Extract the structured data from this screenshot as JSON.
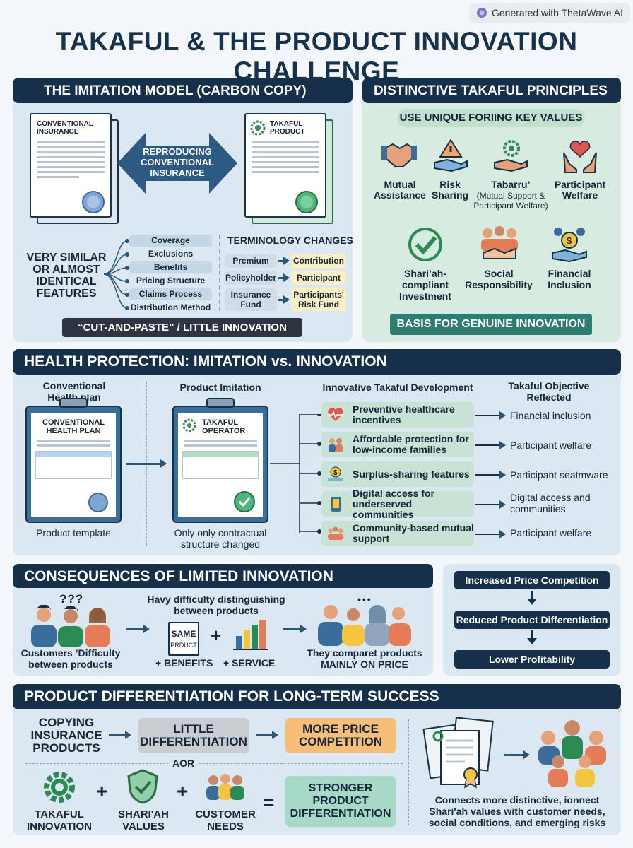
{
  "badge": "Generated with ThetaWave AI",
  "title": "TAKAFUL & THE PRODUCT INNOVATION CHALLENGE",
  "imitation": {
    "header": "THE IMITATION MODEL (CARBON COPY)",
    "doc_left": "CONVENTIONAL INSURANCE",
    "doc_right": "TAKAFUL PRODUCT",
    "arrow_text": "REPRODUCING CONVENTIONAL INSURANCE",
    "similar": "VERY SIMILAR OR ALMOST IDENTICAL FEATURES",
    "features": [
      "Coverage",
      "Exclusions",
      "Benefits",
      "Pricing Structure",
      "Claims Process",
      "Distribution Method"
    ],
    "term_header": "TERMINOLOGY CHANGES",
    "terms": [
      {
        "from": "Premium",
        "to": "Contribution"
      },
      {
        "from": "Policyholder",
        "to": "Participant"
      },
      {
        "from": "Insurance Fund",
        "to": "Participants' Risk Fund"
      }
    ],
    "footer": "“CUT-AND-PASTE” / LITTLE INNOVATION"
  },
  "principles": {
    "header": "DISTINCTIVE TAKAFUL PRINCIPLES",
    "sub": "USE UNIQUE FORIING KEY VALUES",
    "row1": [
      {
        "label": "Mutual Assistance",
        "icon": "handshake-icon"
      },
      {
        "label": "Risk Sharing",
        "icon": "warning-hand-icon"
      },
      {
        "label": "Tabarru’",
        "note": "(Mutual Support & Participant Welfare)",
        "icon": "gear-hand-icon"
      },
      {
        "label": "Participant Welfare",
        "icon": "heart-hands-icon"
      }
    ],
    "row2": [
      {
        "label": "Shari’ah-compliant Investment",
        "icon": "check-circle-icon"
      },
      {
        "label": "Social Responsibility",
        "icon": "community-icon"
      },
      {
        "label": "Financial Inclusion",
        "icon": "coin-hand-icon"
      }
    ],
    "footer": "BASIS FOR GENUINE INNOVATION"
  },
  "health": {
    "header": "HEALTH PROTECTION: IMITATION vs. INNOVATION",
    "col1_title": "Conventional Health plan",
    "col1_doc": "CONVENTIONAL HEALTH PLAN",
    "col1_caption": "Product template",
    "col2_title": "Product Imitation",
    "col2_doc": "TAKAFUL OPERATOR",
    "col2_caption": "Only only contractual structure changed",
    "col3_title": "Innovative Takaful Development",
    "col4_title": "Takaful Objective Reflected",
    "rows": [
      {
        "innov": "Preventive healthcare incentives",
        "obj": "Financial inclusion",
        "icon": "heartbeat-icon"
      },
      {
        "innov": "Affordable protection for low-income families",
        "obj": "Participant welfare",
        "icon": "family-icon"
      },
      {
        "innov": "Surplus-sharing features",
        "obj": "Participant seatmware",
        "icon": "coin-hand-icon"
      },
      {
        "innov": "Digital access for underserved communities",
        "obj": "Digital access and communities",
        "icon": "phone-icon"
      },
      {
        "innov": "Community-based mutual support",
        "obj": "Participant welfare",
        "icon": "group-icon"
      }
    ]
  },
  "consequences": {
    "header": "CONSEQUENCES OF LIMITED INNOVATION",
    "q": "???",
    "dots": "•••",
    "customers": "Customers ’Difficulty between products",
    "mid_title": "Havy difficulty distinguishing between products",
    "same": "SAME",
    "product": "PRDUCT",
    "benefits": "+ BENEFITS",
    "service": "+ SERVICE",
    "plus": "+",
    "result": "They comparet products MAINLY ON PRICE",
    "flow": [
      "Increased Price Competition",
      "Reduced Product Differentiation",
      "Lower Profitability"
    ]
  },
  "differentiation": {
    "header": "PRODUCT DIFFERENTIATION FOR LONG-TERM SUCCESS",
    "copying": "COPYING INSURANCE PRODUCTS",
    "little": "LITTLE DIFFERENTIATION",
    "more": "MORE PRICE COMPETITION",
    "aor": "AOR",
    "innovation": "TAKAFUL INNOVATION",
    "shariah": "SHARI'AH VALUES",
    "needs": "CUSTOMER NEEDS",
    "plus": "+",
    "equals": "=",
    "stronger": "STRONGER PRODUCT DIFFERENTIATION",
    "connects": "Connects more distinctive, ionnect Shari'ah values with customer needs, social conditions, and emerging risks"
  }
}
